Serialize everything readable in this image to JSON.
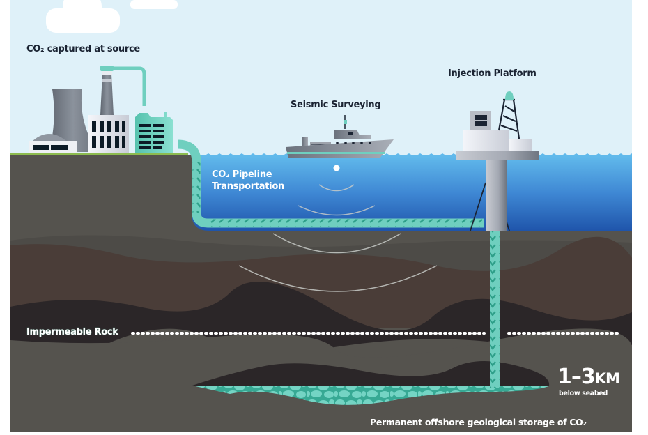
{
  "title": "Carbon capture and offshore geological storage",
  "labels": {
    "source": "CO₂ captured at source",
    "seismic": "Seismic Surveying",
    "platform": "Injection Platform",
    "pipeline_line1": "CO₂ Pipeline",
    "pipeline_line2": "Transportation",
    "impermeable_rock": "Impermeable Rock",
    "depth_value": "1–3",
    "depth_unit": "KM",
    "depth_sub": "below seabed",
    "storage": "Permanent offshore geological storage of CO₂"
  },
  "diagram": {
    "stages": [
      {
        "id": "capture",
        "label": "CO₂ captured at source",
        "icon": "factory-icon"
      },
      {
        "id": "transport",
        "label": "CO₂ Pipeline Transportation",
        "icon": "pipeline-icon"
      },
      {
        "id": "survey",
        "label": "Seismic Surveying",
        "icon": "ship-icon"
      },
      {
        "id": "inject",
        "label": "Injection Platform",
        "icon": "platform-icon"
      },
      {
        "id": "store",
        "label": "Permanent offshore geological storage of CO₂",
        "icon": "reservoir-icon"
      }
    ],
    "edges": [
      {
        "from": "capture",
        "to": "transport"
      },
      {
        "from": "transport",
        "to": "inject"
      },
      {
        "from": "inject",
        "to": "store"
      }
    ],
    "depth_range_km": [
      1,
      3
    ]
  },
  "colors": {
    "sky": "#dff1f9",
    "sea_top": "#5fb8ea",
    "sea_bottom": "#2157ad",
    "ground": "#55534e",
    "rock_brown": "#4a3d38",
    "rock_dark": "#2b2628",
    "grass": "#8dbb4f",
    "co2_teal": "#6fcfbf",
    "co2_teal_dark": "#37a994",
    "text_dark": "#1b2433"
  }
}
